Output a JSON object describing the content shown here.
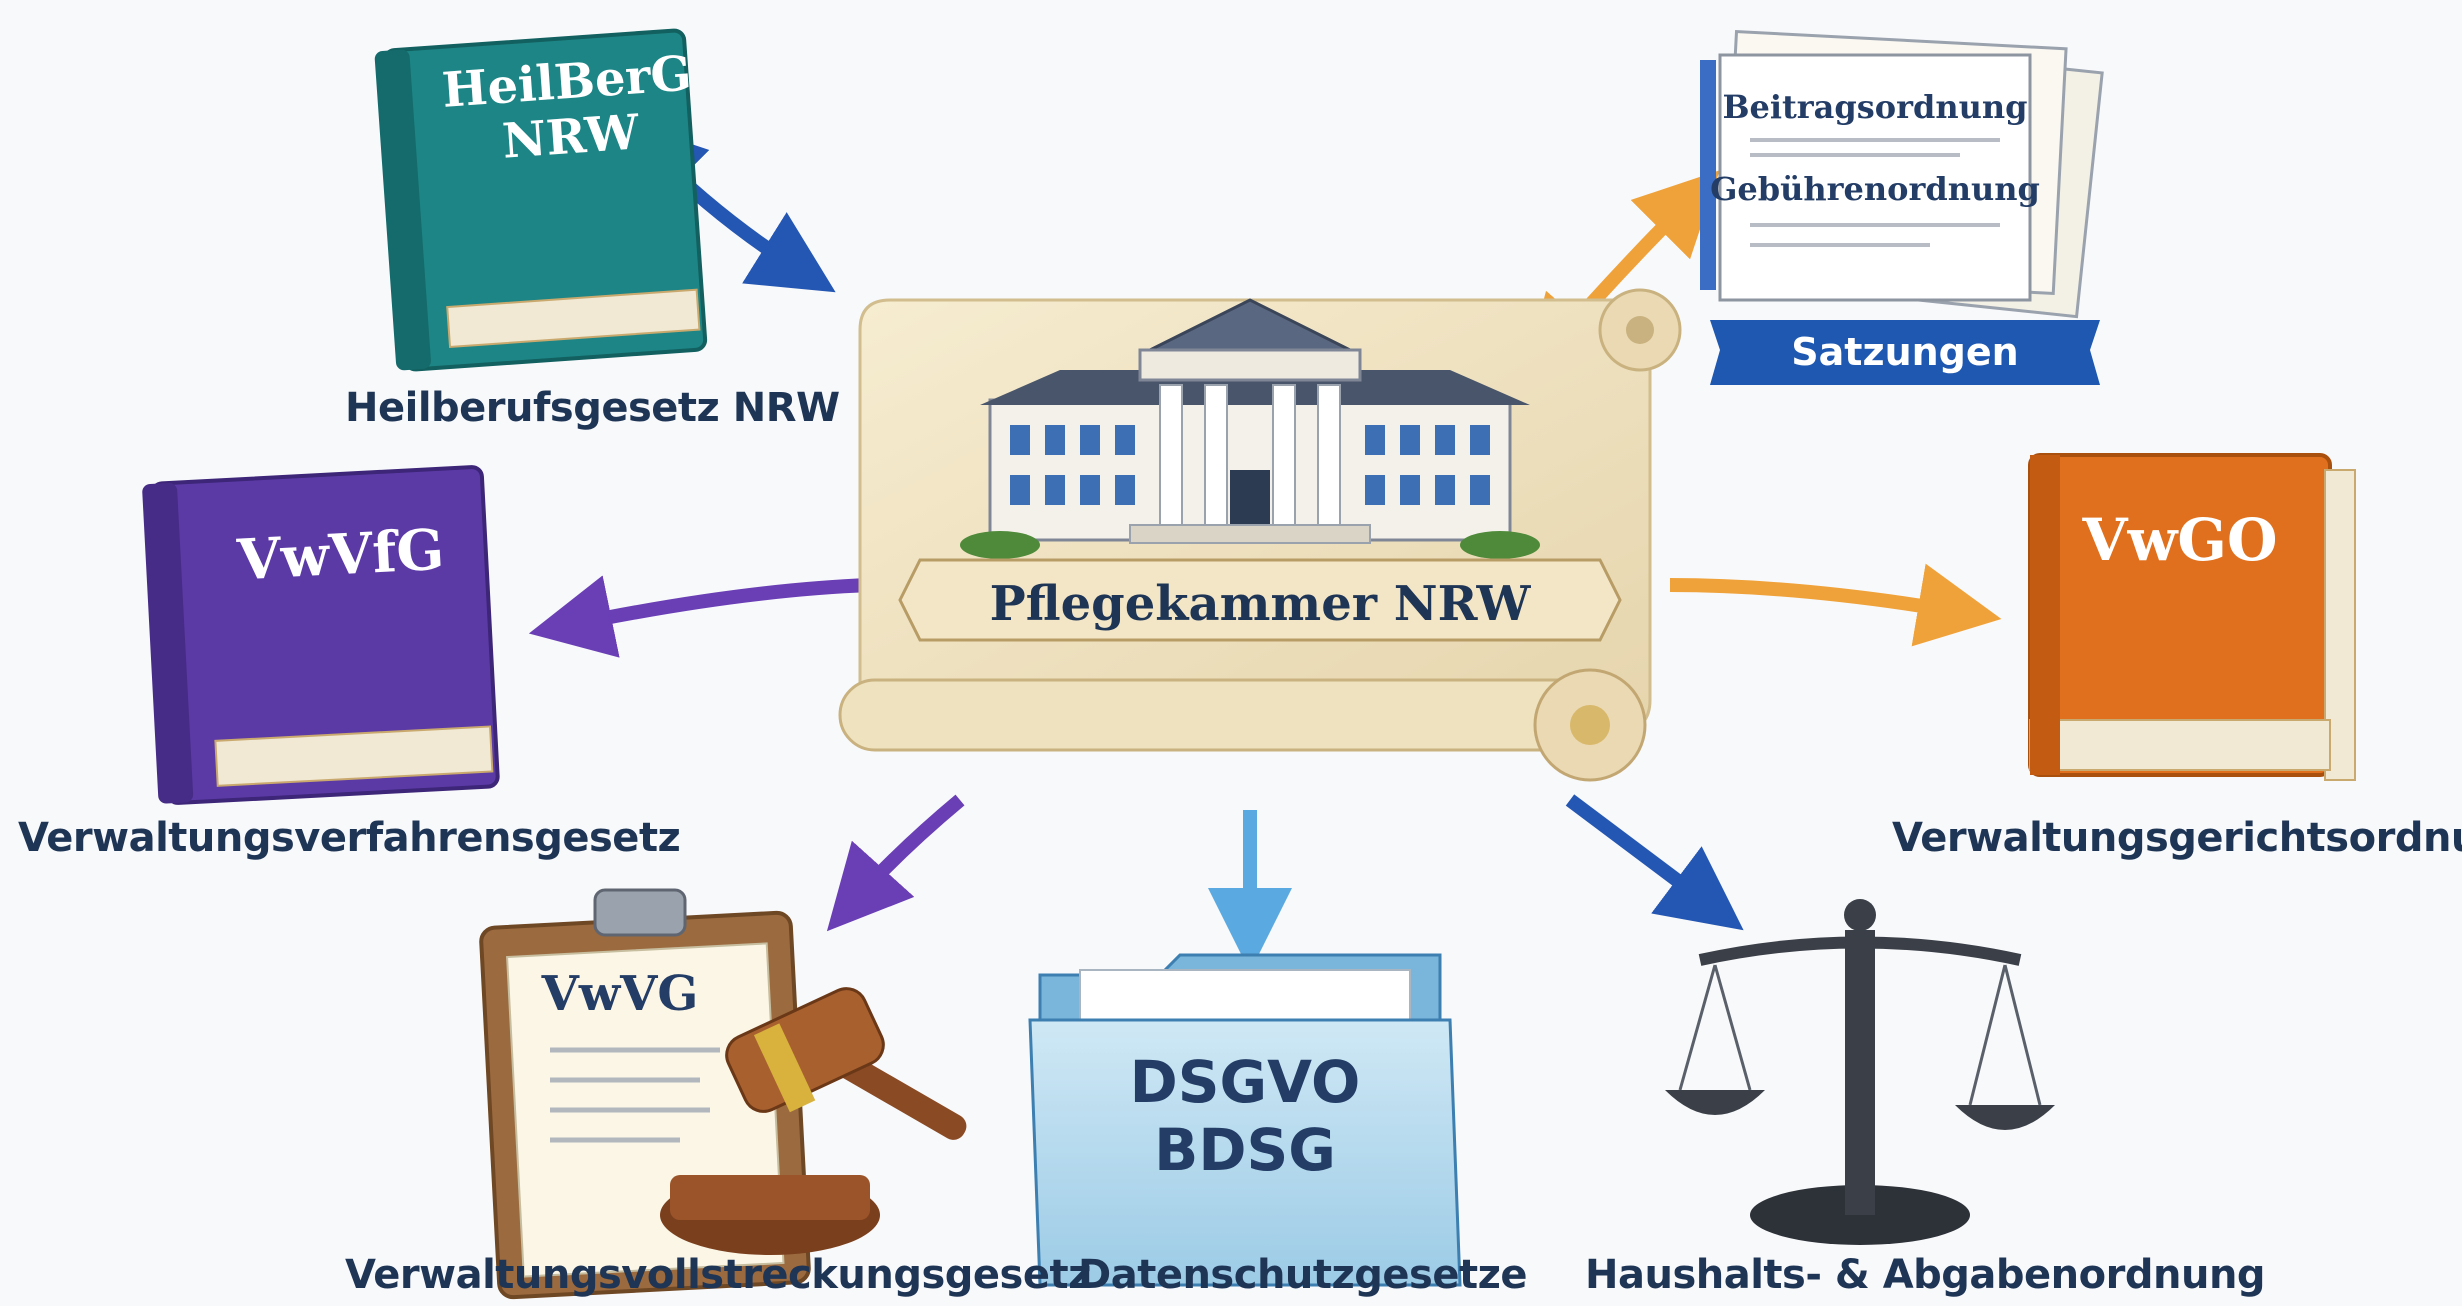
{
  "center": {
    "title": "Pflegekammer NRW"
  },
  "nodes": {
    "heilberg": {
      "book_title_line1": "HeilBerG",
      "book_title_line2": "NRW",
      "caption": "Heilberufsgesetz NRW"
    },
    "satzungen": {
      "doc_line1": "Beitragsordnung",
      "doc_line2": "Gebührenordnung",
      "banner": "Satzungen"
    },
    "vwvfg": {
      "book_title": "VwVfG",
      "caption": "Verwaltungsverfahrensgesetz"
    },
    "vwgo": {
      "book_title": "VwGO",
      "caption": "Verwaltungsgerichtsordnung"
    },
    "vwvg": {
      "clipboard_title": "VwVG",
      "caption": "Verwaltungsvollstreckungsgesetz"
    },
    "datenschutz": {
      "folder_line1": "DSGVO",
      "folder_line2": "BDSG",
      "caption": "Datenschutzgesetze"
    },
    "haushalt": {
      "caption": "Haushalts- & Abgabenordnung"
    }
  },
  "colors": {
    "teal_book": "#1f8a8a",
    "purple_book": "#5b3aa6",
    "orange_book": "#e0701e",
    "blue_arrow": "#2456b3",
    "orange_arrow": "#f0a23a",
    "purple_arrow": "#6a3fb5",
    "light_blue_arrow": "#5aa9e0",
    "navy_text": "#1f3556",
    "parchment": "#efe3c4"
  },
  "icons": [
    "building-icon",
    "book-icon",
    "documents-icon",
    "clipboard-icon",
    "gavel-icon",
    "folder-icon",
    "scales-icon"
  ]
}
